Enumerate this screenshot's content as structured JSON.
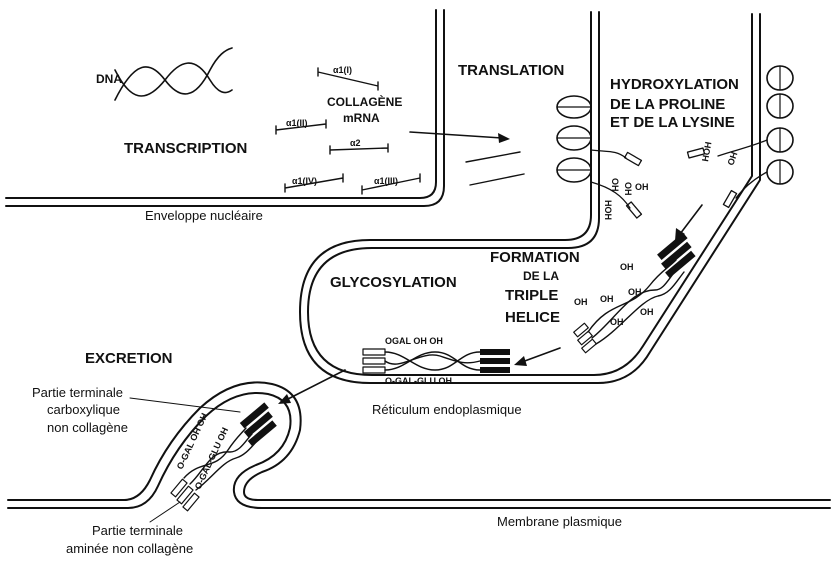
{
  "labels": {
    "dna": "DNA",
    "transcription": "TRANSCRIPTION",
    "translation": "TRANSLATION",
    "collagene": "COLLAGÈNE",
    "mrna": "mRNA",
    "a1_i": "α1(I)",
    "a1_ii": "α1(II)",
    "a2": "α2",
    "a1_iv": "α1(IV)",
    "a1_iii": "α1(III)",
    "hydroxylation_1": "HYDROXYLATION",
    "hydroxylation_2": "DE LA PROLINE",
    "hydroxylation_3": "ET DE LA LYSINE",
    "enveloppe": "Enveloppe nucléaire",
    "formation_1": "FORMATION",
    "formation_2": "DE LA",
    "formation_3": "TRIPLE",
    "formation_4": "HELICE",
    "glycosylation": "GLYCOSYLATION",
    "excretion": "EXCRETION",
    "carboxy_1": "Partie terminale",
    "carboxy_2": "carboxylique",
    "carboxy_3": "non collagène",
    "reticulum": "Réticulum endoplasmique",
    "amine_1": "Partie terminale",
    "amine_2": "aminée non collagène",
    "membrane": "Membrane plasmique"
  },
  "chem": {
    "oh": "OH",
    "hoh": "HOH",
    "ogal_oh": "OGAL OH OH",
    "ogal_glu_oh": "O-GAL-GLU OH",
    "exc_ogal": "O-GAL OH OH",
    "exc_glu": "O-GAL-GLU OH"
  }
}
